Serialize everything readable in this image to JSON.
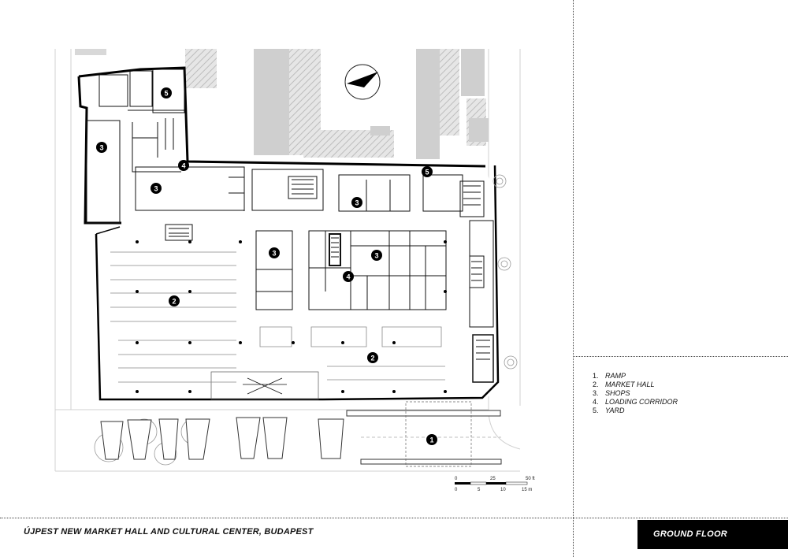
{
  "title": "ÚJPEST NEW MARKET HALL AND CULTURAL CENTER, BUDAPEST",
  "floor_label": "GROUND FLOOR",
  "legend": [
    {
      "num": "1.",
      "label": "RAMP"
    },
    {
      "num": "2.",
      "label": "MARKET HALL"
    },
    {
      "num": "3.",
      "label": "SHOPS"
    },
    {
      "num": "4.",
      "label": "LOADING CORRIDOR"
    },
    {
      "num": "5.",
      "label": "YARD"
    }
  ],
  "markers": [
    "1",
    "2",
    "3",
    "4",
    "5"
  ],
  "scale": {
    "imperial": [
      "0",
      "25",
      "50 ft"
    ],
    "metric": [
      "0",
      "5",
      "10",
      "15 m"
    ]
  },
  "colors": {
    "ink": "#000000",
    "paper": "#ffffff",
    "context": "#cfcfcf",
    "wall": "#111111"
  }
}
